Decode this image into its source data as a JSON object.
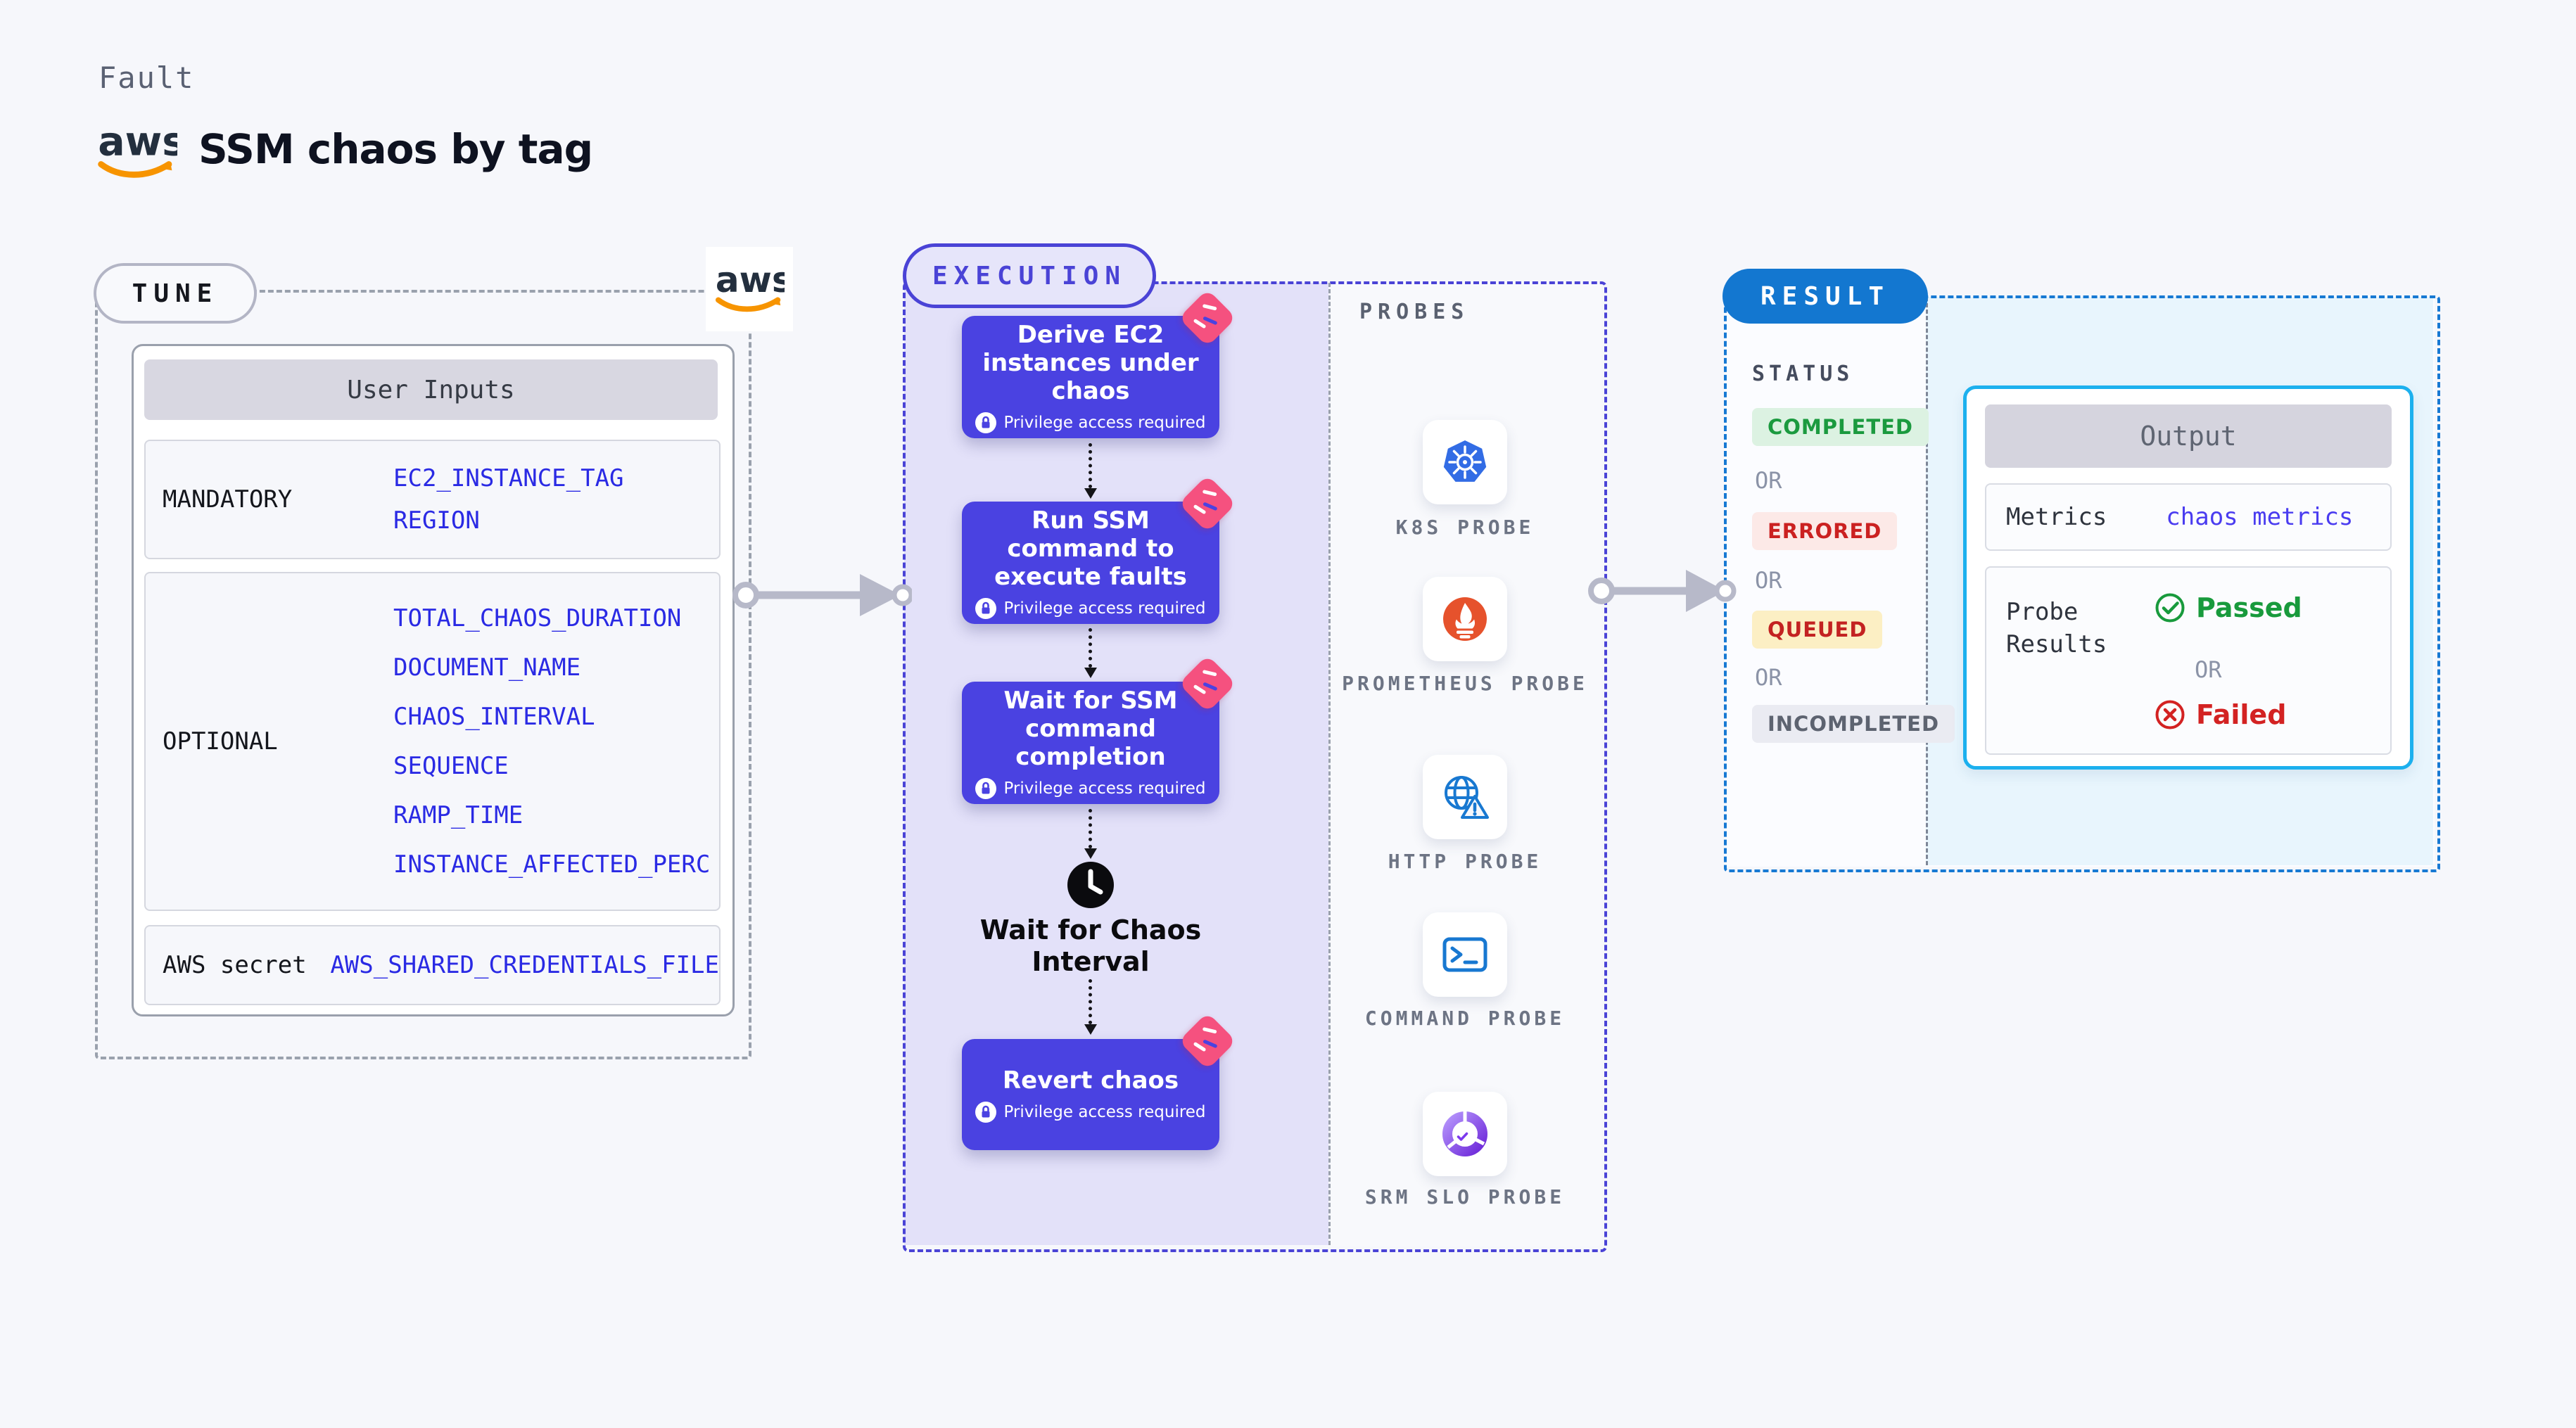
{
  "header": {
    "fault_label": "Fault",
    "title": "SSM chaos by tag",
    "aws_wordmark": "aws"
  },
  "tune": {
    "pill_label": "TUNE",
    "card_title": "User Inputs",
    "mandatory": {
      "label": "MANDATORY",
      "values": [
        "EC2_INSTANCE_TAG",
        "REGION"
      ]
    },
    "optional": {
      "label": "OPTIONAL",
      "values": [
        "TOTAL_CHAOS_DURATION",
        "DOCUMENT_NAME",
        "CHAOS_INTERVAL",
        "SEQUENCE",
        "RAMP_TIME",
        "INSTANCE_AFFECTED_PERC"
      ]
    },
    "secret": {
      "label": "AWS secret",
      "values": [
        "AWS_SHARED_CREDENTIALS_FILE"
      ]
    }
  },
  "execution": {
    "pill_label": "EXECUTION",
    "privilege_label": "Privilege access required",
    "steps": [
      {
        "title": "Derive EC2 instances under chaos"
      },
      {
        "title": "Run SSM command to execute faults"
      },
      {
        "title": "Wait for SSM command completion"
      },
      {
        "title": "Revert chaos"
      }
    ],
    "wait_label": "Wait for Chaos Interval"
  },
  "probes": {
    "heading": "PROBES",
    "items": [
      {
        "label": "K8S PROBE"
      },
      {
        "label": "PROMETHEUS PROBE"
      },
      {
        "label": "HTTP PROBE"
      },
      {
        "label": "COMMAND PROBE"
      },
      {
        "label": "SRM SLO PROBE"
      }
    ]
  },
  "result": {
    "pill_label": "RESULT",
    "status_heading": "STATUS",
    "or_label": "OR",
    "statuses": [
      {
        "label": "COMPLETED"
      },
      {
        "label": "ERRORED"
      },
      {
        "label": "QUEUED"
      },
      {
        "label": "INCOMPLETED"
      }
    ],
    "output": {
      "title": "Output",
      "metrics_label": "Metrics",
      "metrics_value": "chaos metrics",
      "probe_results_label": "Probe Results",
      "passed_label": "Passed",
      "failed_label": "Failed"
    }
  },
  "colors": {
    "page_bg": "#f6f7fb",
    "step_purple": "#4a42e1",
    "panel_lavender": "#e3e1f9",
    "indigo_dashed": "#4a43d6",
    "gray_dashed": "#9aa1ad",
    "result_blue": "#1377d0",
    "result_dashed": "#1779d3",
    "output_border_cyan": "#1cb0ee",
    "output_bg_blue": "#e8f5fd",
    "value_blue": "#2a2ae4",
    "pink_badge": "#f5517f",
    "aws_orange": "#f79400",
    "passed_green": "#189a3c",
    "failed_red": "#d32222"
  }
}
